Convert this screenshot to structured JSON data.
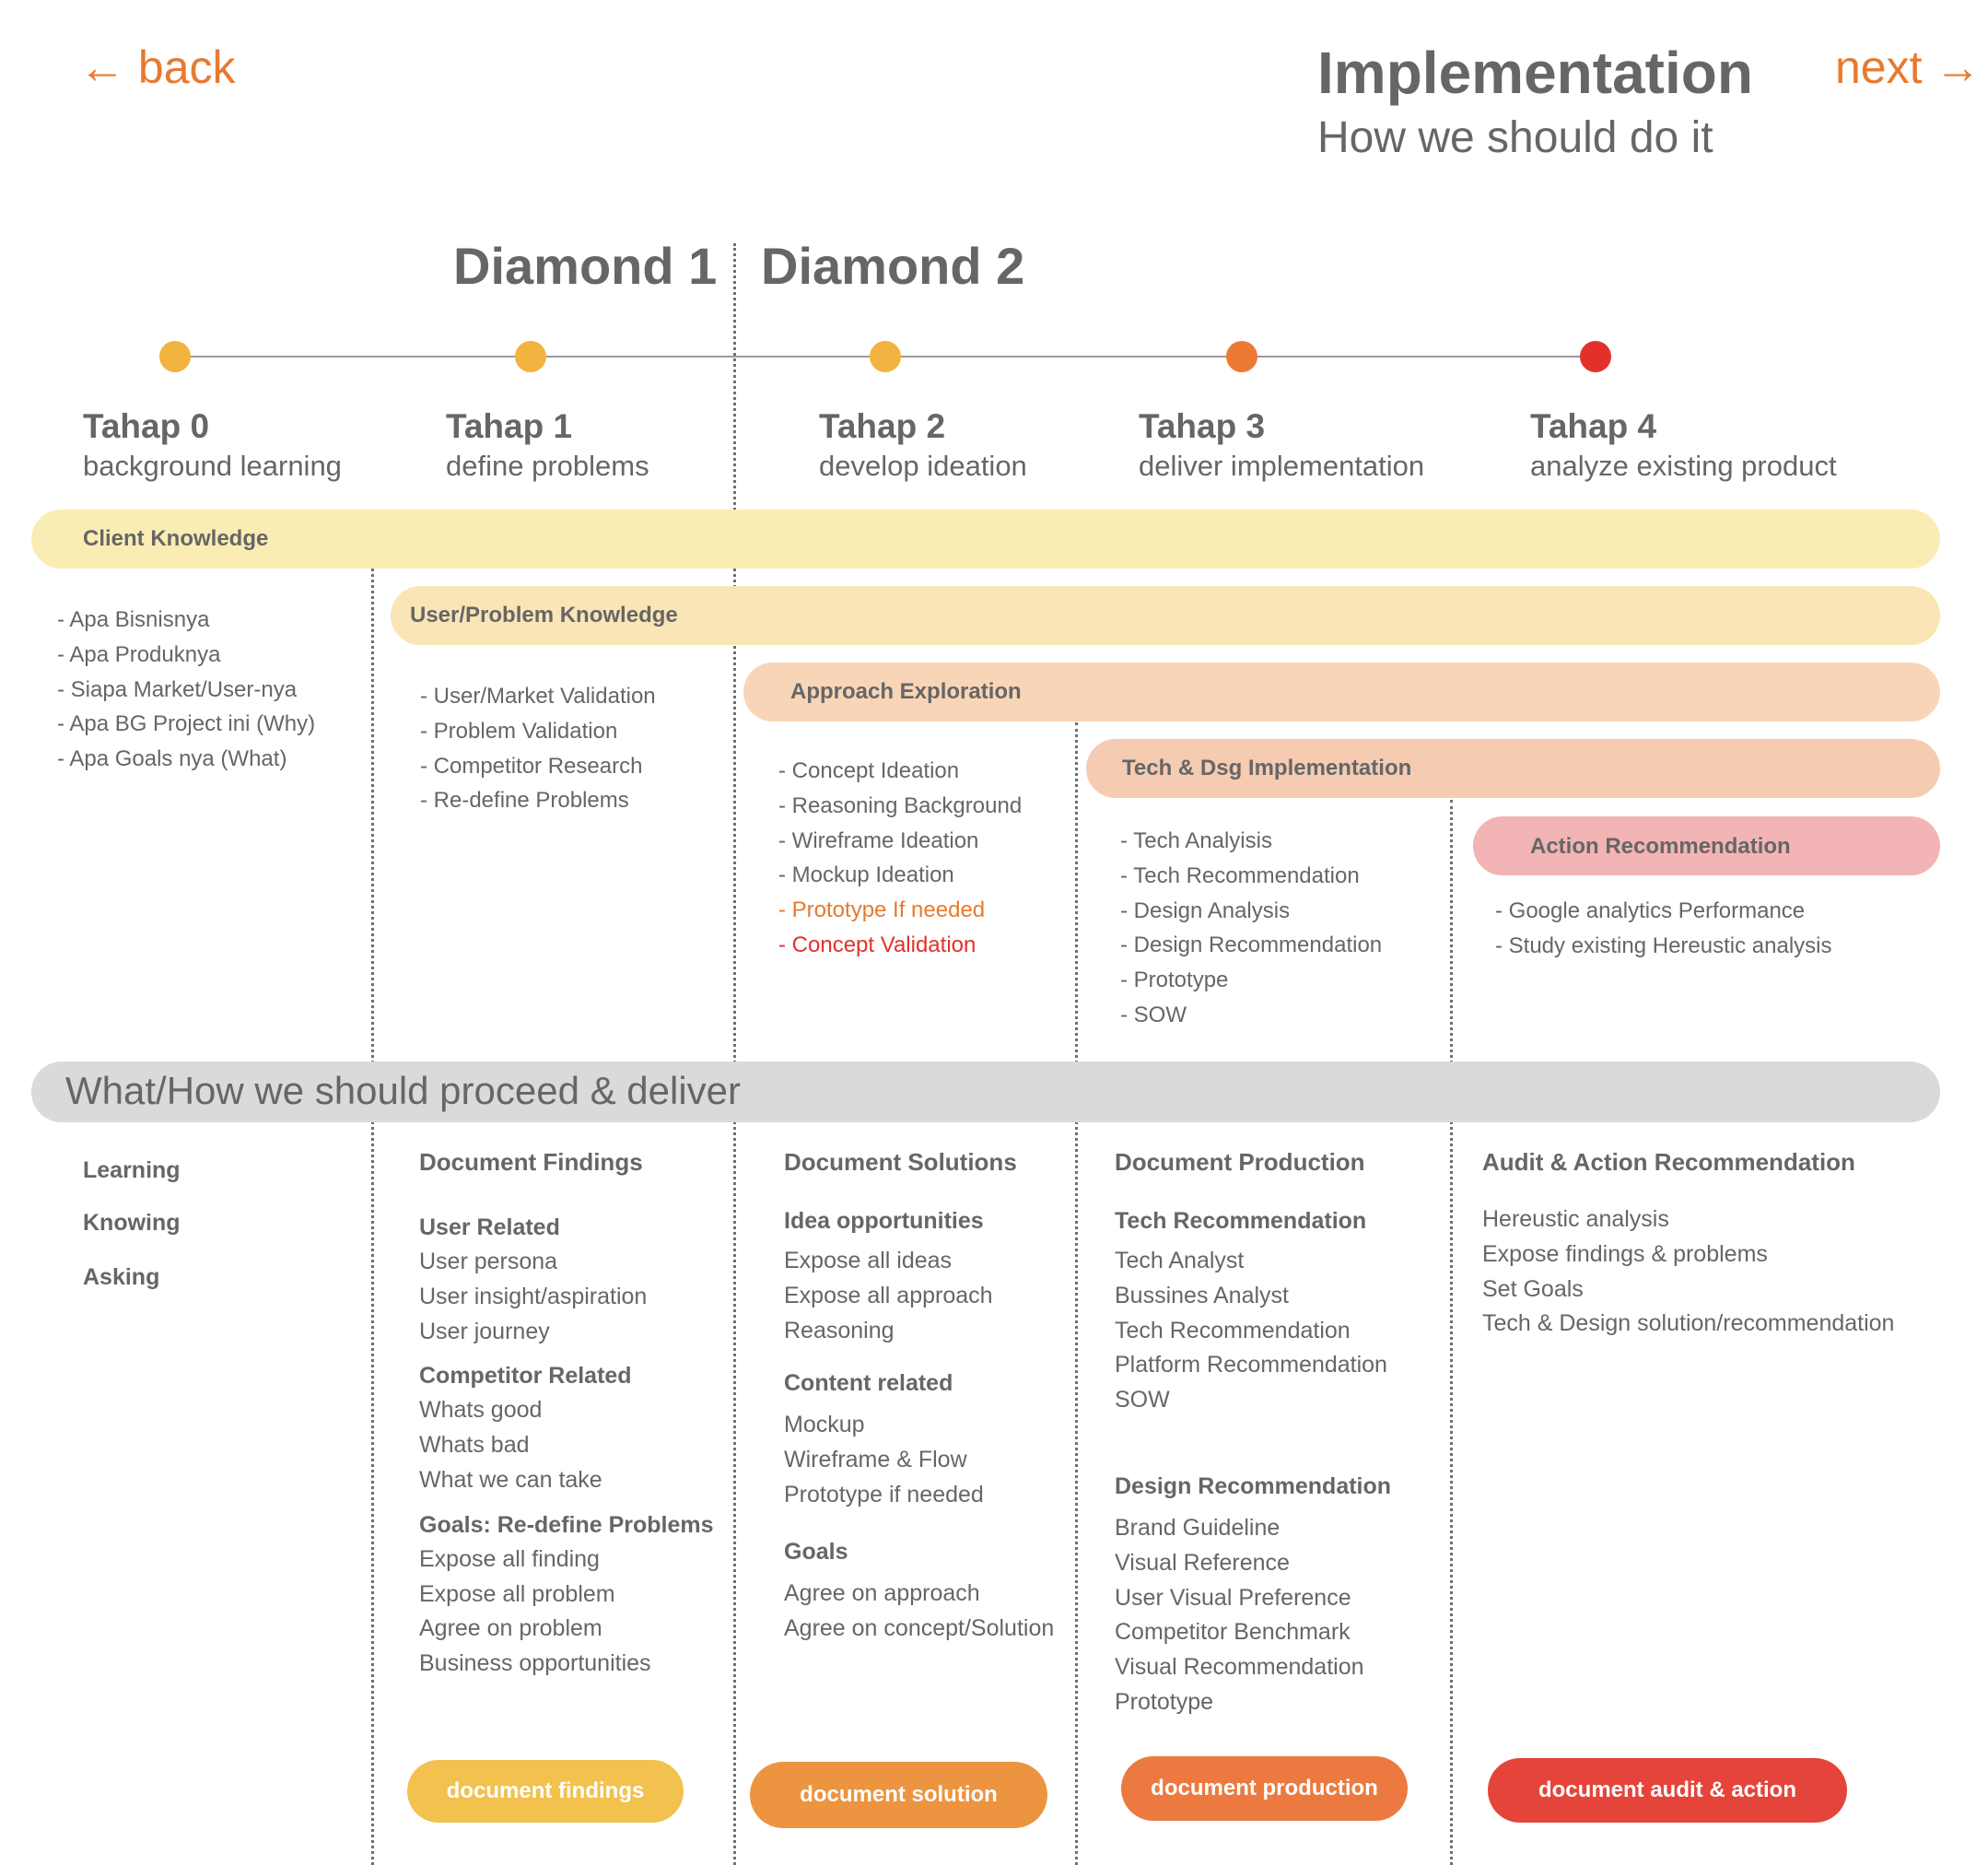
{
  "nav": {
    "back": "← back",
    "next": "next →"
  },
  "header": {
    "title": "Implementation",
    "subtitle": "How we should do it"
  },
  "diamonds": [
    "Diamond 1",
    "Diamond 2"
  ],
  "timeline": {
    "dot_colors": [
      "#F2B440",
      "#F2B440",
      "#F2B440",
      "#EC7A35",
      "#E2312B"
    ],
    "stages": [
      {
        "title": "Tahap 0",
        "subtitle": "background learning"
      },
      {
        "title": "Tahap 1",
        "subtitle": "define problems"
      },
      {
        "title": "Tahap 2",
        "subtitle": "develop ideation"
      },
      {
        "title": "Tahap 3",
        "subtitle": "deliver implementation"
      },
      {
        "title": "Tahap 4",
        "subtitle": "analyze existing product"
      }
    ]
  },
  "bands": {
    "client": "Client Knowledge",
    "user_problem": "User/Problem Knowledge",
    "approach": "Approach Exploration",
    "tech": "Tech & Dsg Implementation",
    "action": "Action Recommendation",
    "proceed": "What/How we should proceed & deliver"
  },
  "lists": {
    "client": [
      "- Apa Bisnisnya",
      "- Apa Produknya",
      "- Siapa Market/User-nya",
      "- Apa BG Project ini (Why)",
      "- Apa Goals nya (What)"
    ],
    "user_problem": [
      "- User/Market Validation",
      "- Problem Validation",
      "- Competitor Research",
      "- Re-define Problems"
    ],
    "approach": [
      "- Concept Ideation",
      "- Reasoning Background",
      "- Wireframe Ideation",
      "- Mockup Ideation",
      "- Prototype If needed",
      "- Concept Validation"
    ],
    "tech": [
      "- Tech Analyisis",
      "- Tech Recommendation",
      "- Design Analysis",
      "- Design Recommendation",
      "- Prototype",
      "- SOW"
    ],
    "action": [
      "- Google analytics Performance",
      "- Study existing Hereustic analysis"
    ]
  },
  "highlight_colors": {
    "prototype": "#E77A2E",
    "validation": "#E2312B"
  },
  "deliver": {
    "col0": [
      "Learning",
      "Knowing",
      "Asking"
    ],
    "col1": {
      "head": "Document Findings",
      "s1": "User Related",
      "s1_items": [
        "User persona",
        "User insight/aspiration",
        "User journey"
      ],
      "s2": "Competitor Related",
      "s2_items": [
        "Whats good",
        "Whats bad",
        "What we can take"
      ],
      "s3": "Goals: Re-define Problems",
      "s3_items": [
        "Expose all finding",
        "Expose all problem",
        "Agree on problem",
        "Business opportunities"
      ]
    },
    "col2": {
      "head": "Document Solutions",
      "s1": "Idea opportunities",
      "s1_items": [
        "Expose all ideas",
        "Expose all approach",
        "Reasoning"
      ],
      "s2": "Content related",
      "s2_items": [
        "Mockup",
        "Wireframe & Flow",
        "Prototype if needed"
      ],
      "s3": "Goals",
      "s3_items": [
        "Agree on approach",
        "Agree on concept/Solution"
      ]
    },
    "col3": {
      "head": "Document Production",
      "s1": "Tech Recommendation",
      "s1_items": [
        "Tech Analyst",
        "Bussines Analyst",
        "Tech Recommendation",
        "Platform Recommendation",
        "SOW"
      ],
      "s2": "Design Recommendation",
      "s2_items": [
        "Brand Guideline",
        "Visual Reference",
        "User Visual Preference",
        "Competitor Benchmark",
        "Visual Recommendation",
        "Prototype"
      ]
    },
    "col4": {
      "head": "Audit & Action Recommendation",
      "items": [
        "Hereustic analysis",
        "Expose findings & problems",
        "Set Goals",
        "Tech & Design solution/recommendation"
      ]
    }
  },
  "pills": [
    {
      "label": "document findings",
      "color": "#F2C14E"
    },
    {
      "label": "document solution",
      "color": "#EC9440"
    },
    {
      "label": "document production",
      "color": "#EC7A40"
    },
    {
      "label": "document audit & action",
      "color": "#E5443A"
    }
  ]
}
